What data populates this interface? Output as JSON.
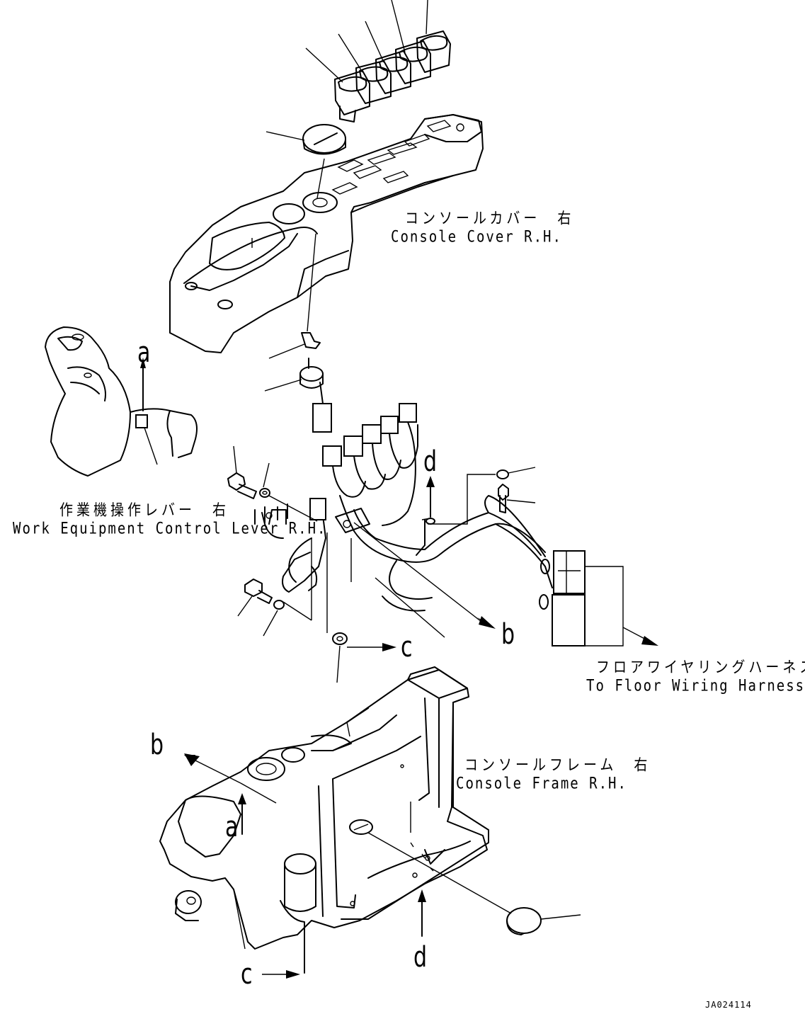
{
  "labels": {
    "console_cover_jp": "コンソールカバー　右",
    "console_cover_en": "Console Cover R.H.",
    "lever_jp": "作業機操作レバー　右",
    "lever_en": "Work Equipment Control Lever R.H.",
    "floor_jp": "フロアワイヤリングハーネスへ",
    "floor_en": "To Floor Wiring Harness",
    "frame_jp": "コンソールフレーム　右",
    "frame_en": "Console Frame R.H."
  },
  "callouts": {
    "a_upper": "a",
    "a_lower": "a",
    "b_upper": "b",
    "b_lower": "b",
    "c_upper": "c",
    "c_lower": "c",
    "d_upper": "d",
    "d_lower": "d"
  },
  "drawing_code": "JA024114"
}
